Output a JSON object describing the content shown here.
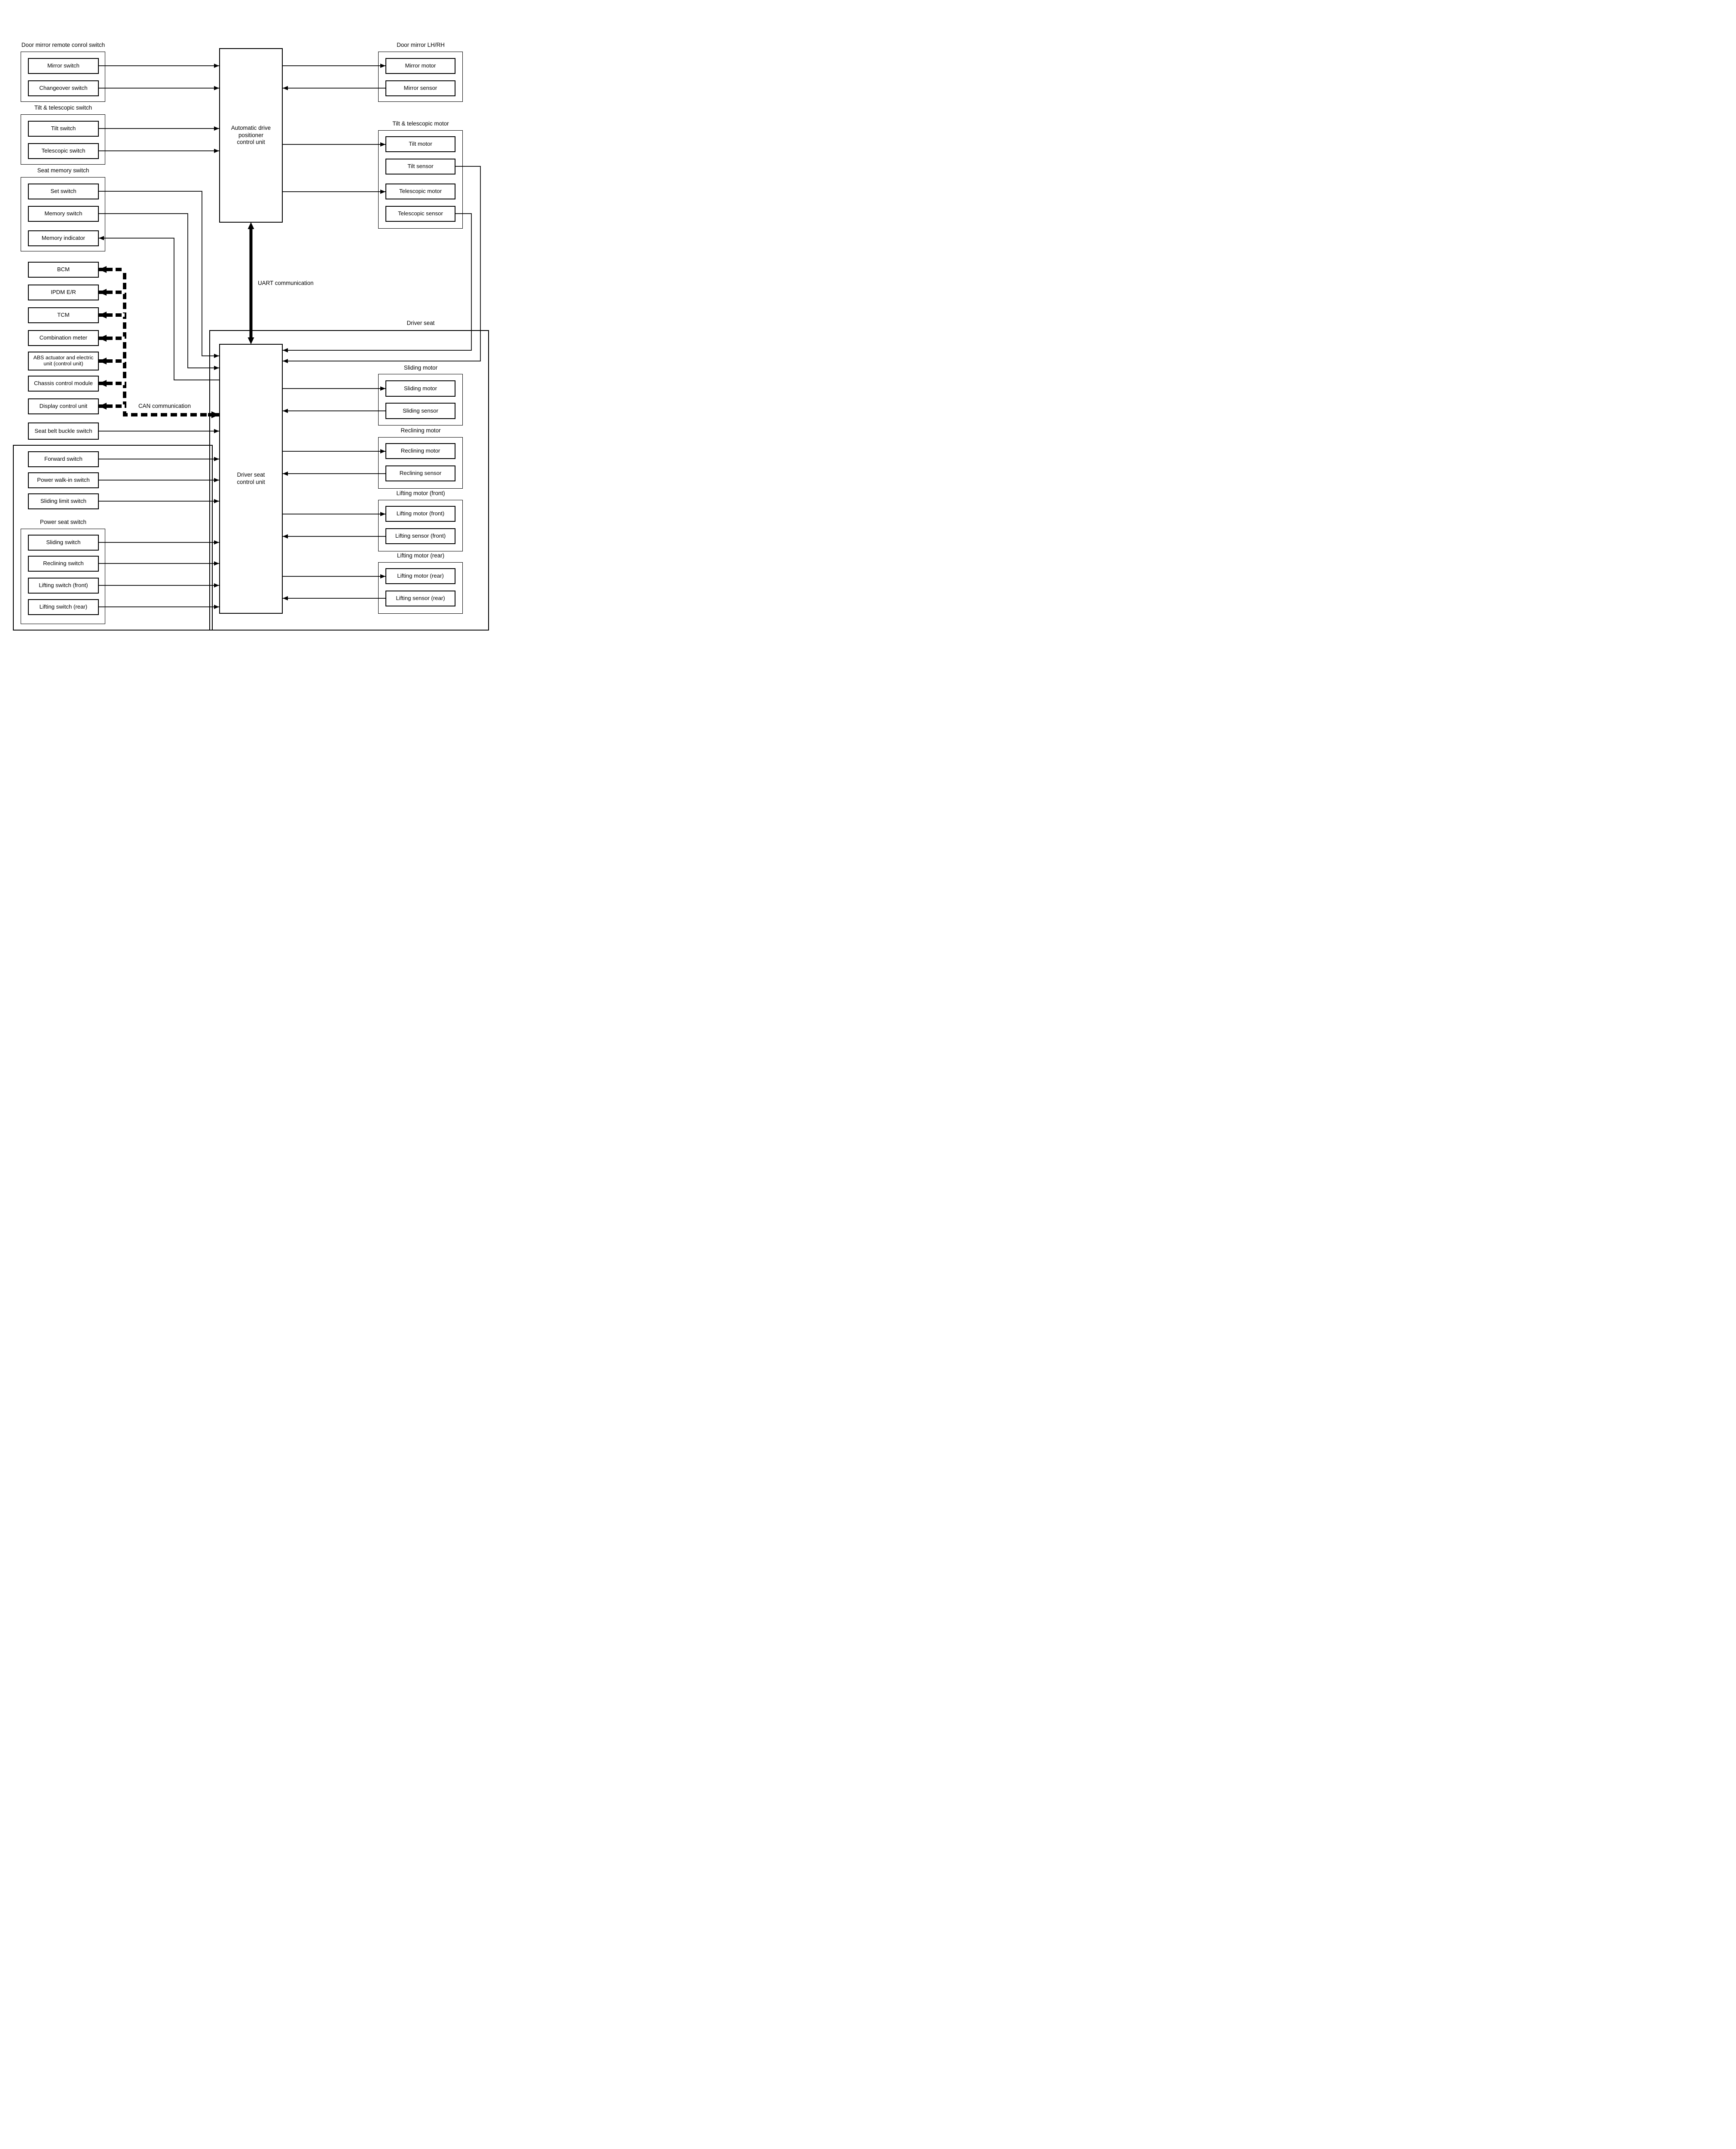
{
  "colors": {
    "line": "#000000",
    "background": "#ffffff"
  },
  "left_column": {
    "door_mirror_remote_group": {
      "title": "Door mirror remote conrol switch",
      "mirror_switch": "Mirror switch",
      "changeover_switch": "Changeover switch"
    },
    "tilt_telescopic_switch_group": {
      "title": "Tilt & telescopic switch",
      "tilt_switch": "Tilt switch",
      "telescopic_switch": "Telescopic switch"
    },
    "seat_memory_group": {
      "title": "Seat memory switch",
      "set_switch": "Set switch",
      "memory_switch": "Memory switch",
      "memory_indicator": "Memory indicator"
    },
    "can_nodes": {
      "bcm": "BCM",
      "ipdm": "IPDM E/R",
      "tcm": "TCM",
      "combination_meter": "Combination meter",
      "abs_unit": "ABS actuator and electric unit (control unit)",
      "chassis_module": "Chassis control module",
      "display_unit": "Display control unit"
    },
    "seat_belt_switch": "Seat belt buckle switch",
    "forward_switch": "Forward switch",
    "walkin_switch": "Power walk-in switch",
    "sliding_limit_switch": "Sliding limit switch",
    "power_seat_group": {
      "title": "Power seat switch",
      "sliding_switch": "Sliding switch",
      "reclining_switch": "Reclining switch",
      "lifting_switch_front": "Lifting switch (front)",
      "lifting_switch_rear": "Lifting switch (rear)"
    }
  },
  "center": {
    "adp_unit": "Automatic drive\npositioner\ncontrol unit",
    "dscu": "Driver seat\ncontrol unit",
    "uart_label": "UART communication",
    "can_label": "CAN communication"
  },
  "right_column": {
    "door_mirror_group": {
      "title": "Door mirror LH/RH",
      "mirror_motor": "Mirror motor",
      "mirror_sensor": "Mirror sensor"
    },
    "tilt_telescopic_motor_group": {
      "title": "Tilt & telescopic motor",
      "tilt_motor": "Tilt motor",
      "tilt_sensor": "Tilt sensor",
      "telescopic_motor": "Telescopic motor",
      "telescopic_sensor": "Telescopic sensor"
    },
    "driver_seat_label": "Driver seat",
    "sliding_group": {
      "title": "Sliding motor",
      "motor": "Sliding motor",
      "sensor": "Sliding sensor"
    },
    "reclining_group": {
      "title": "Reclining motor",
      "motor": "Reclining motor",
      "sensor": "Reclining sensor"
    },
    "lifting_front_group": {
      "title": "Lifting motor (front)",
      "motor": "Lifting motor (front)",
      "sensor": "Lifting sensor (front)"
    },
    "lifting_rear_group": {
      "title": "Lifting motor (rear)",
      "motor": "Lifting motor (rear)",
      "sensor": "Lifting sensor (rear)"
    }
  }
}
